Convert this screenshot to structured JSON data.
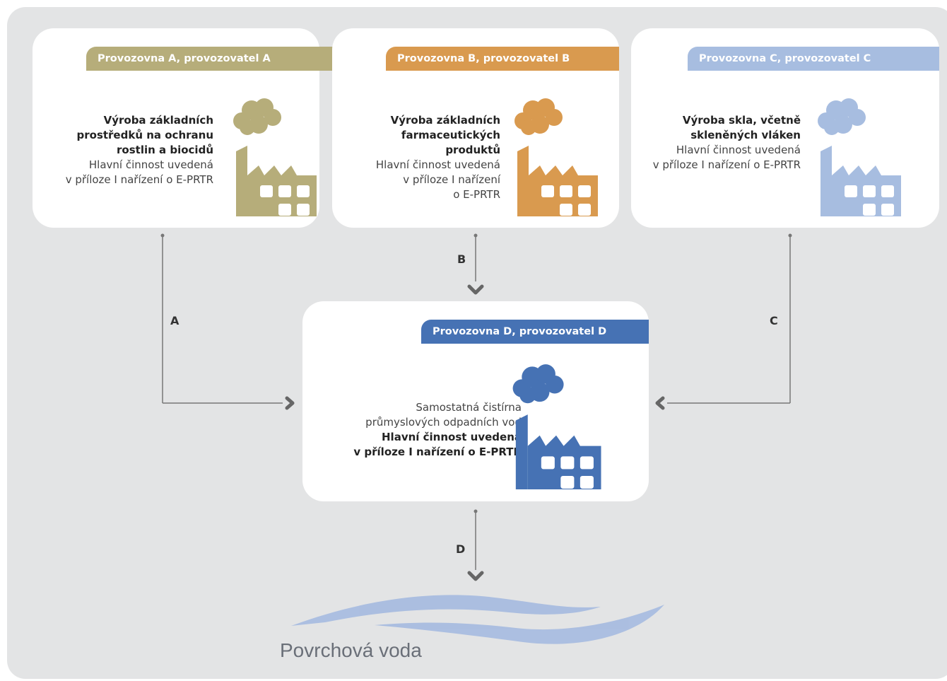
{
  "facilities": {
    "a": {
      "tab": "Provozovna A, provozovatel A",
      "activity_bold": [
        "Výroba základních",
        "prostředků na ochranu",
        "rostlin a biocidů"
      ],
      "activity_note": [
        "Hlavní činnost uvedená",
        "v příloze I nařízení o E-PRTR"
      ],
      "color": "#b6ad7a"
    },
    "b": {
      "tab": "Provozovna B, provozovatel B",
      "activity_bold": [
        "Výroba základních",
        "farmaceutických",
        "produktů"
      ],
      "activity_note": [
        "Hlavní činnost uvedená",
        "v příloze I nařízení",
        "o E-PRTR"
      ],
      "color": "#d99a4f"
    },
    "c": {
      "tab": "Provozovna C, provozovatel C",
      "activity_bold": [
        "Výroba skla, včetně",
        "skleněných vláken"
      ],
      "activity_note": [
        "Hlavní činnost uvedená",
        "v příloze I nařízení o E-PRTR"
      ],
      "color": "#a7bde0"
    },
    "d": {
      "tab": "Provozovna D, provozovatel D",
      "activity_light": [
        "Samostatná čistírna",
        "průmyslových odpadních vod"
      ],
      "activity_bold": [
        "Hlavní činnost uvedená",
        "v příloze I nařízení o E-PRTR"
      ],
      "color": "#4672b4"
    }
  },
  "flows": {
    "a": "A",
    "b": "B",
    "c": "C",
    "d": "D"
  },
  "destination": "Povrchová voda",
  "colors": {
    "background_panel": "#e3e4e5",
    "connector": "#666666",
    "water": "#a9bde0"
  }
}
